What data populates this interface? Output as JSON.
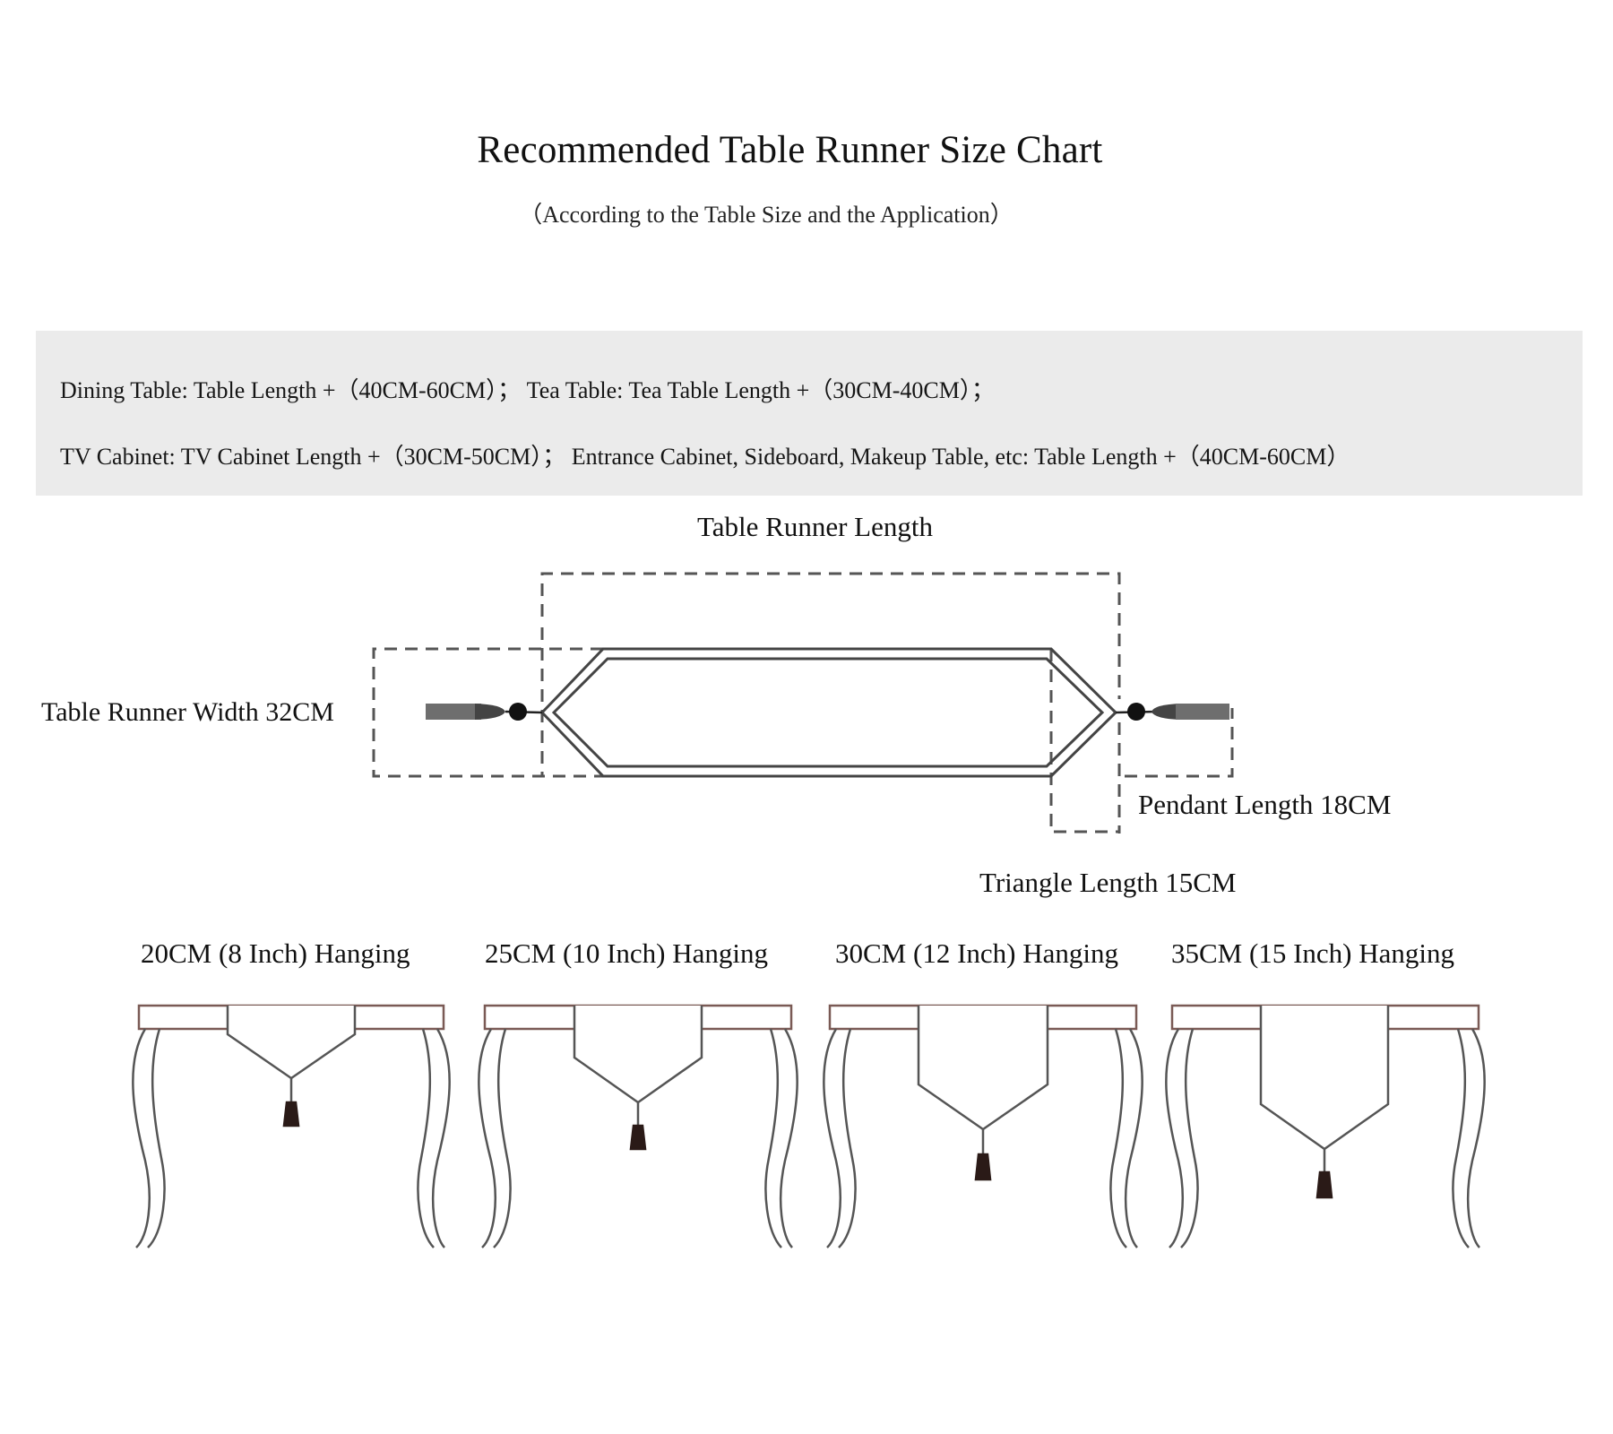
{
  "header": {
    "title": "Recommended Table Runner Size Chart",
    "subtitle": "（According to the Table Size and the Application）"
  },
  "recommendations": {
    "line1": "Dining Table: Table Length +（40CM-60CM）；  Tea Table: Tea Table Length +（30CM-40CM）；",
    "line2": "TV Cabinet: TV Cabinet Length +（30CM-50CM）；  Entrance Cabinet, Sideboard, Makeup Table, etc: Table Length +（40CM-60CM）"
  },
  "diagram": {
    "length_label": "Table Runner Length",
    "width_label": "Table Runner Width 32CM",
    "pendant_label": "Pendant Length 18CM",
    "triangle_label": "Triangle Length 15CM"
  },
  "hanging": [
    {
      "label": "20CM (8 Inch) Hanging",
      "drop_cm": 20
    },
    {
      "label": "25CM (10 Inch) Hanging",
      "drop_cm": 25
    },
    {
      "label": "30CM (12 Inch) Hanging",
      "drop_cm": 30
    },
    {
      "label": "35CM (15 Inch) Hanging",
      "drop_cm": 35
    }
  ],
  "colors": {
    "band": "#ebebeb",
    "line": "#444444",
    "dash": "#555555",
    "tabletop": "#7a5a55",
    "tassel": "#2a1a17"
  }
}
